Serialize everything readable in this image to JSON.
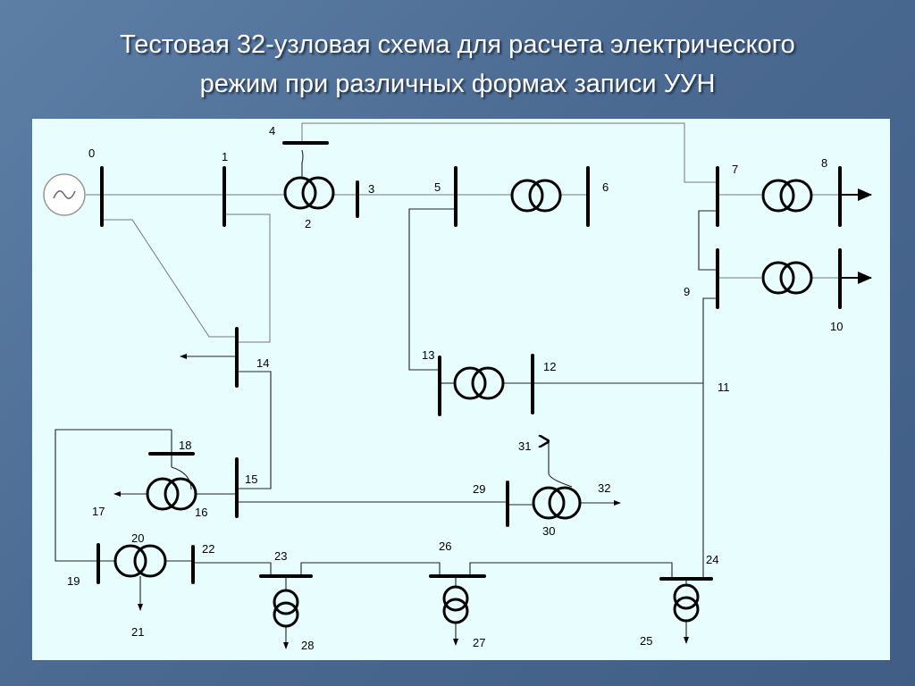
{
  "title": {
    "line1": "Тестовая 32-узловая схема для  расчета электрического",
    "line2": "режим при различных формах записи УУН"
  },
  "nodes": {
    "n0": "0",
    "n1": "1",
    "n2": "2",
    "n3": "3",
    "n4": "4",
    "n5": "5",
    "n6": "6",
    "n7": "7",
    "n8": "8",
    "n9": "9",
    "n10": "10",
    "n11": "11",
    "n12": "12",
    "n13": "13",
    "n14": "14",
    "n15": "15",
    "n16": "16",
    "n17": "17",
    "n18": "18",
    "n19": "19",
    "n20": "20",
    "n21": "21",
    "n22": "22",
    "n23": "23",
    "n24": "24",
    "n25": "25",
    "n26": "26",
    "n27": "27",
    "n28": "28",
    "n29": "29",
    "n30": "30",
    "n31": "31",
    "n32": "32"
  },
  "colors": {
    "background": "#4b6a92",
    "panel": "#e8fdfd",
    "title_text": "#ffffff"
  },
  "icons": [
    "generator-icon",
    "transformer-icon",
    "load-arrow-icon"
  ]
}
